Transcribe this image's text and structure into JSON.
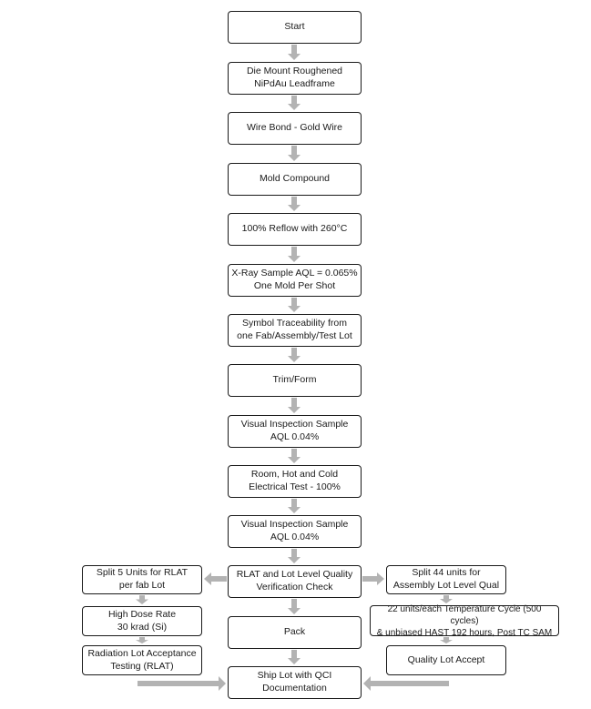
{
  "colors": {
    "border": "#1a1a1a",
    "arrow": "#b3b3b3",
    "background": "#ffffff"
  },
  "nodes": {
    "start": "Start",
    "die_mount": "Die Mount Roughened\nNiPdAu Leadframe",
    "wire_bond": "Wire Bond - Gold Wire",
    "mold": "Mold Compound",
    "reflow": "100% Reflow with 260°C",
    "xray": "X-Ray Sample AQL = 0.065%\nOne Mold Per Shot",
    "symbol": "Symbol Traceability from\none Fab/Assembly/Test Lot",
    "trim": "Trim/Form",
    "visual1": "Visual Inspection Sample\nAQL 0.04%",
    "electrical": "Room, Hot and Cold\nElectrical Test - 100%",
    "visual2": "Visual Inspection Sample\nAQL 0.04%",
    "rlat_check": "RLAT and Lot Level Quality\nVerification Check",
    "pack": "Pack",
    "ship": "Ship Lot with QCI\nDocumentation",
    "split5": "Split 5 Units for RLAT\nper fab Lot",
    "high_dose": "High Dose Rate\n30 krad (Si)",
    "rlat": "Radiation Lot Acceptance\nTesting (RLAT)",
    "split44": "Split 44 units for\nAssembly Lot Level Qual",
    "temp_cycle": "22 units/each Temperature Cycle (500 cycles)\n& unbiased HAST 192 hours, Post TC SAM",
    "quality_accept": "Quality Lot Accept"
  }
}
